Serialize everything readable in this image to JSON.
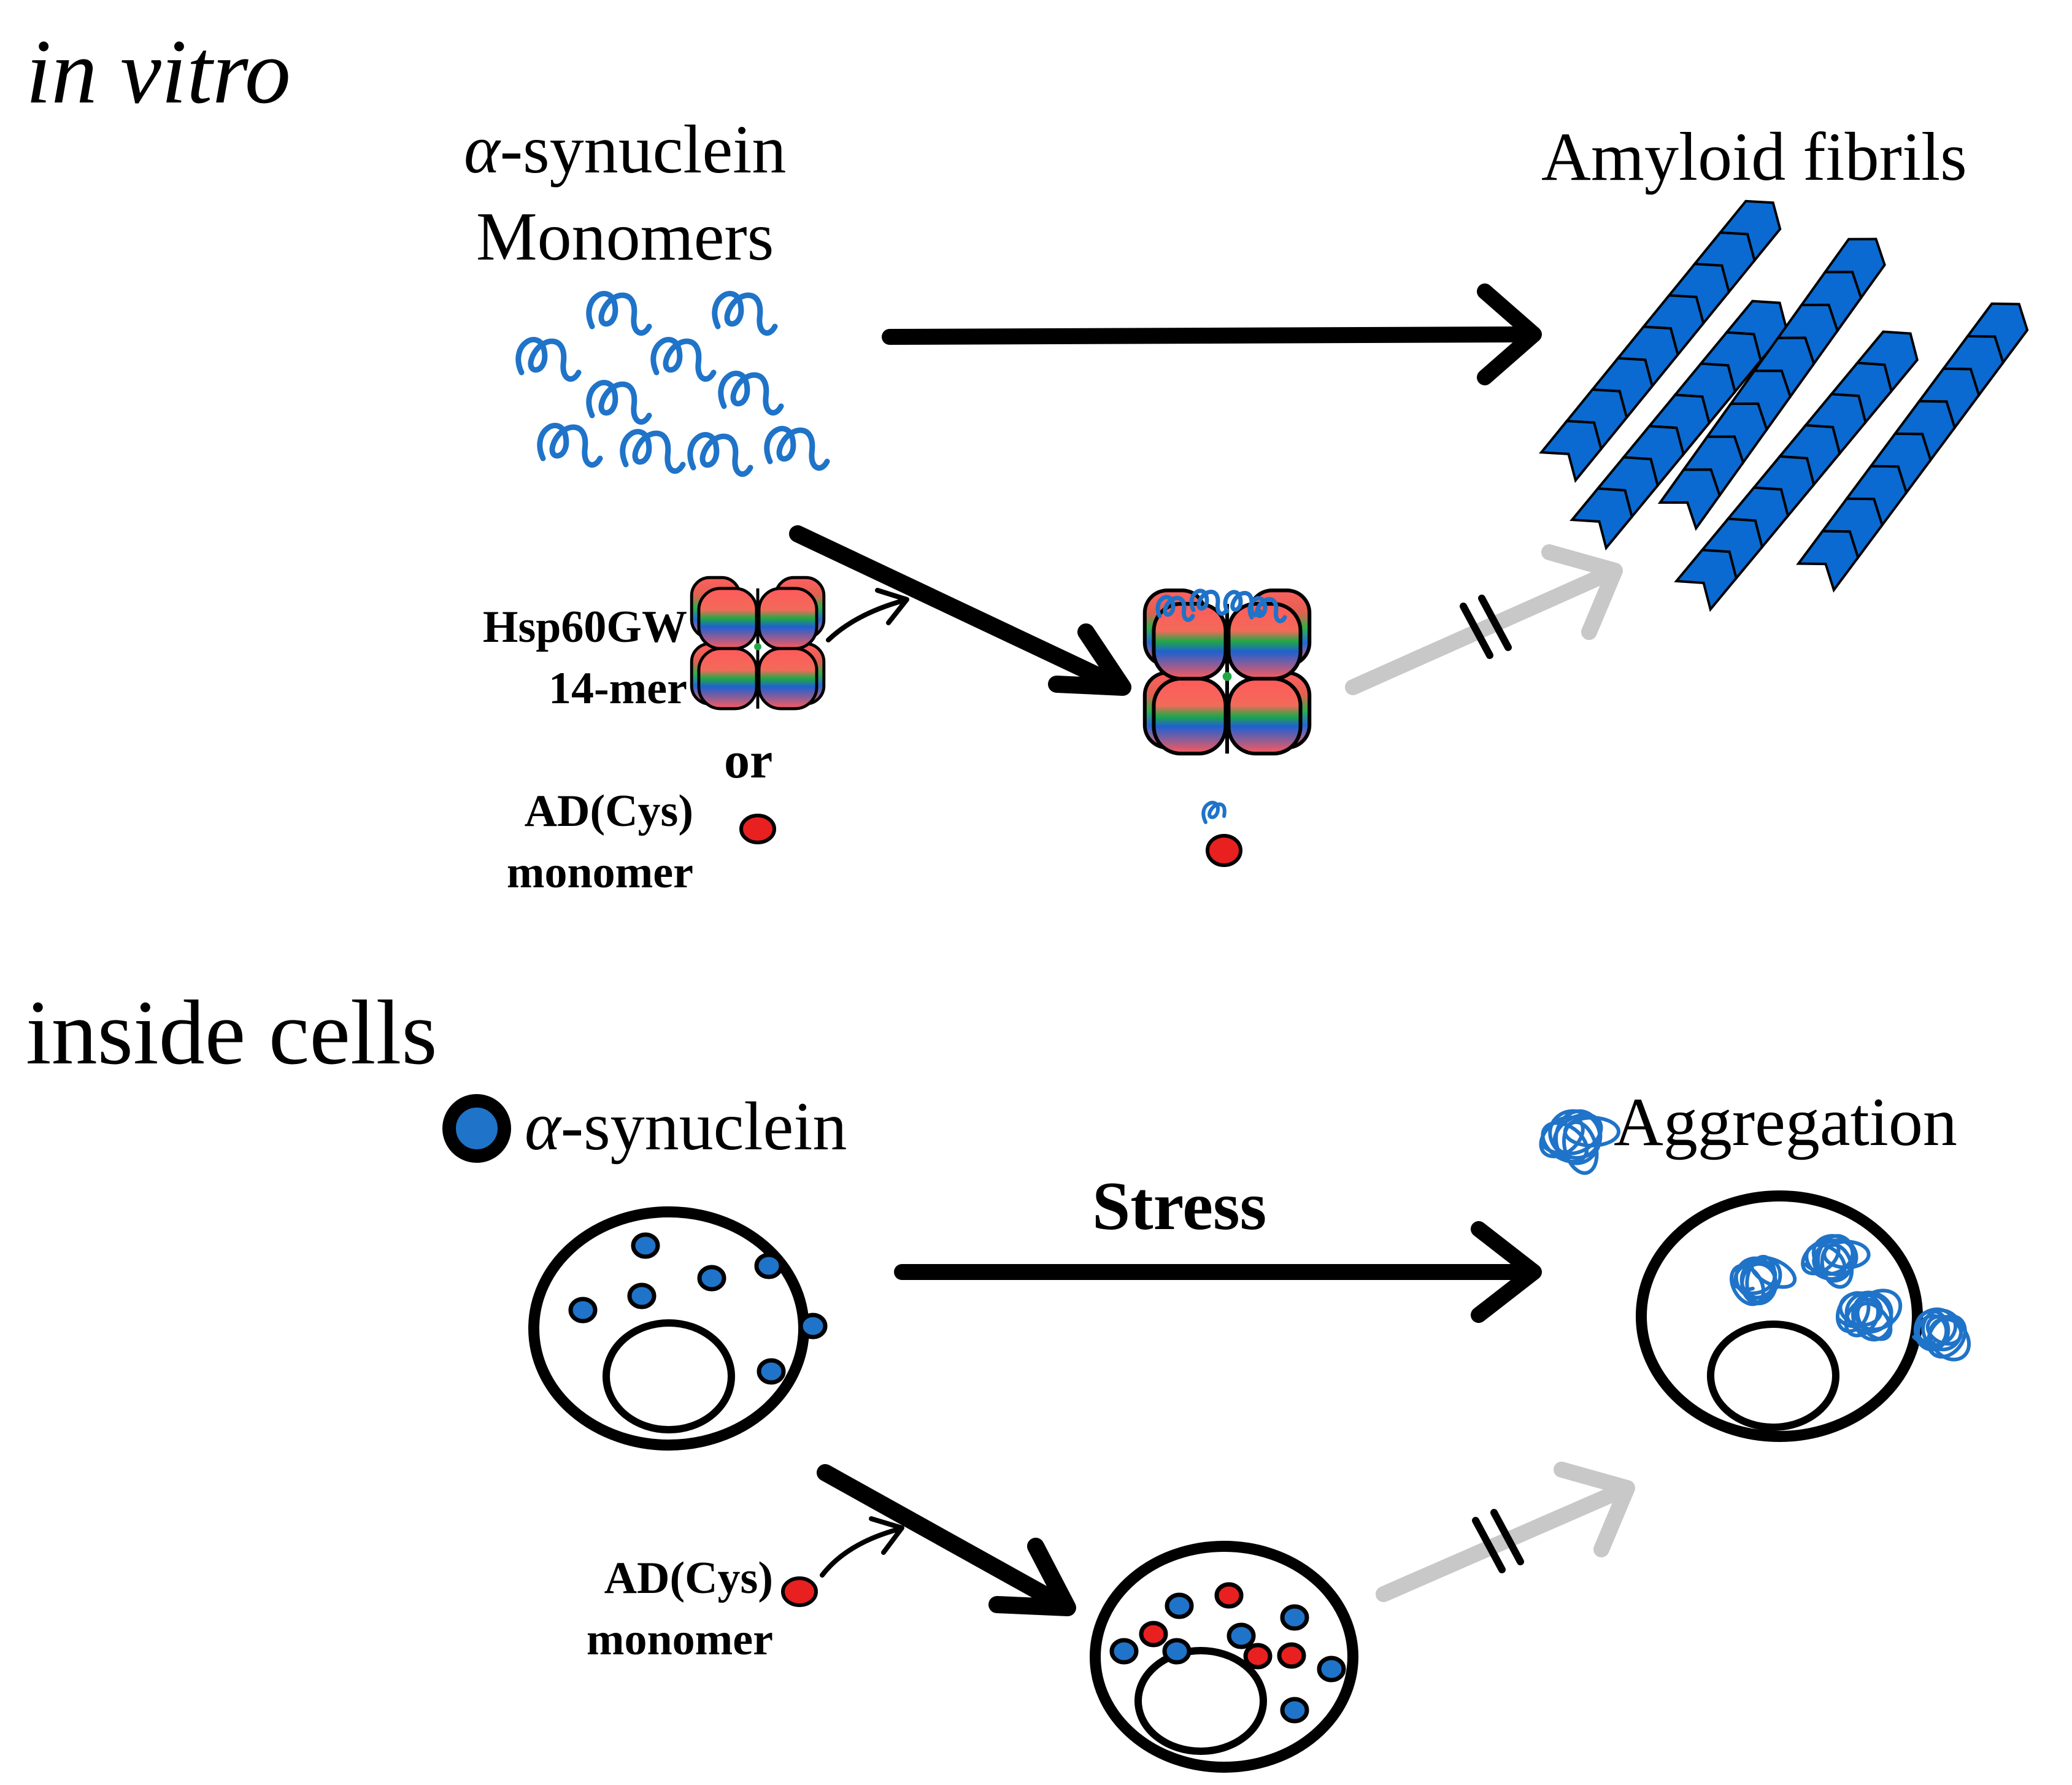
{
  "in_vitro": {
    "title": "in vitro",
    "monomers_greek": "α",
    "monomers_line1_rest": "-synuclein",
    "monomers_line2": "Monomers",
    "fibrils_label": "Amyloid fibrils",
    "hsp_line1": "Hsp60GW",
    "hsp_line2": "14-mer",
    "or": "or",
    "ad_line1": "AD(Cys)",
    "ad_line2": "monomer"
  },
  "inside_cells": {
    "title": "inside cells",
    "legend_greek": "α",
    "legend_rest": "-synuclein",
    "aggregation_label": "Aggregation",
    "stress_label": "Stress",
    "ad_line1": "AD(Cys)",
    "ad_line2": "monomer"
  },
  "colors": {
    "synuclein_blue": "#1f73c8",
    "fibril_blue": "#0a6ad1",
    "ad_red": "#e8201f",
    "chaperone_red": "#ff5555",
    "chaperone_green": "#1fa845",
    "chaperone_blue": "#2060d0",
    "blocked_arrow_gray": "#c8c8c8",
    "outline": "#000000"
  }
}
